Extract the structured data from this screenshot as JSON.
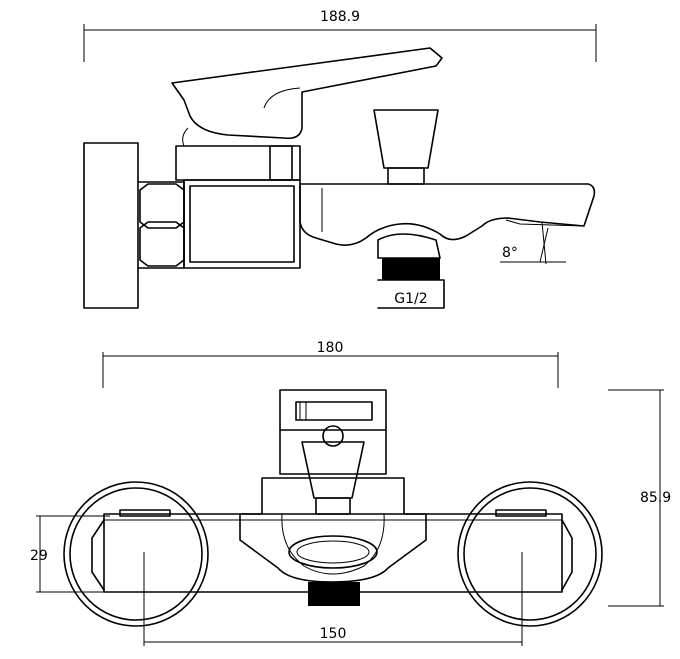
{
  "side_view": {
    "overall_width": "188.9",
    "spout_angle": "8°",
    "thread": "G1/2"
  },
  "front_view": {
    "overall_width": "180",
    "height": "85.9",
    "center_height": "29",
    "center_distance": "150"
  }
}
